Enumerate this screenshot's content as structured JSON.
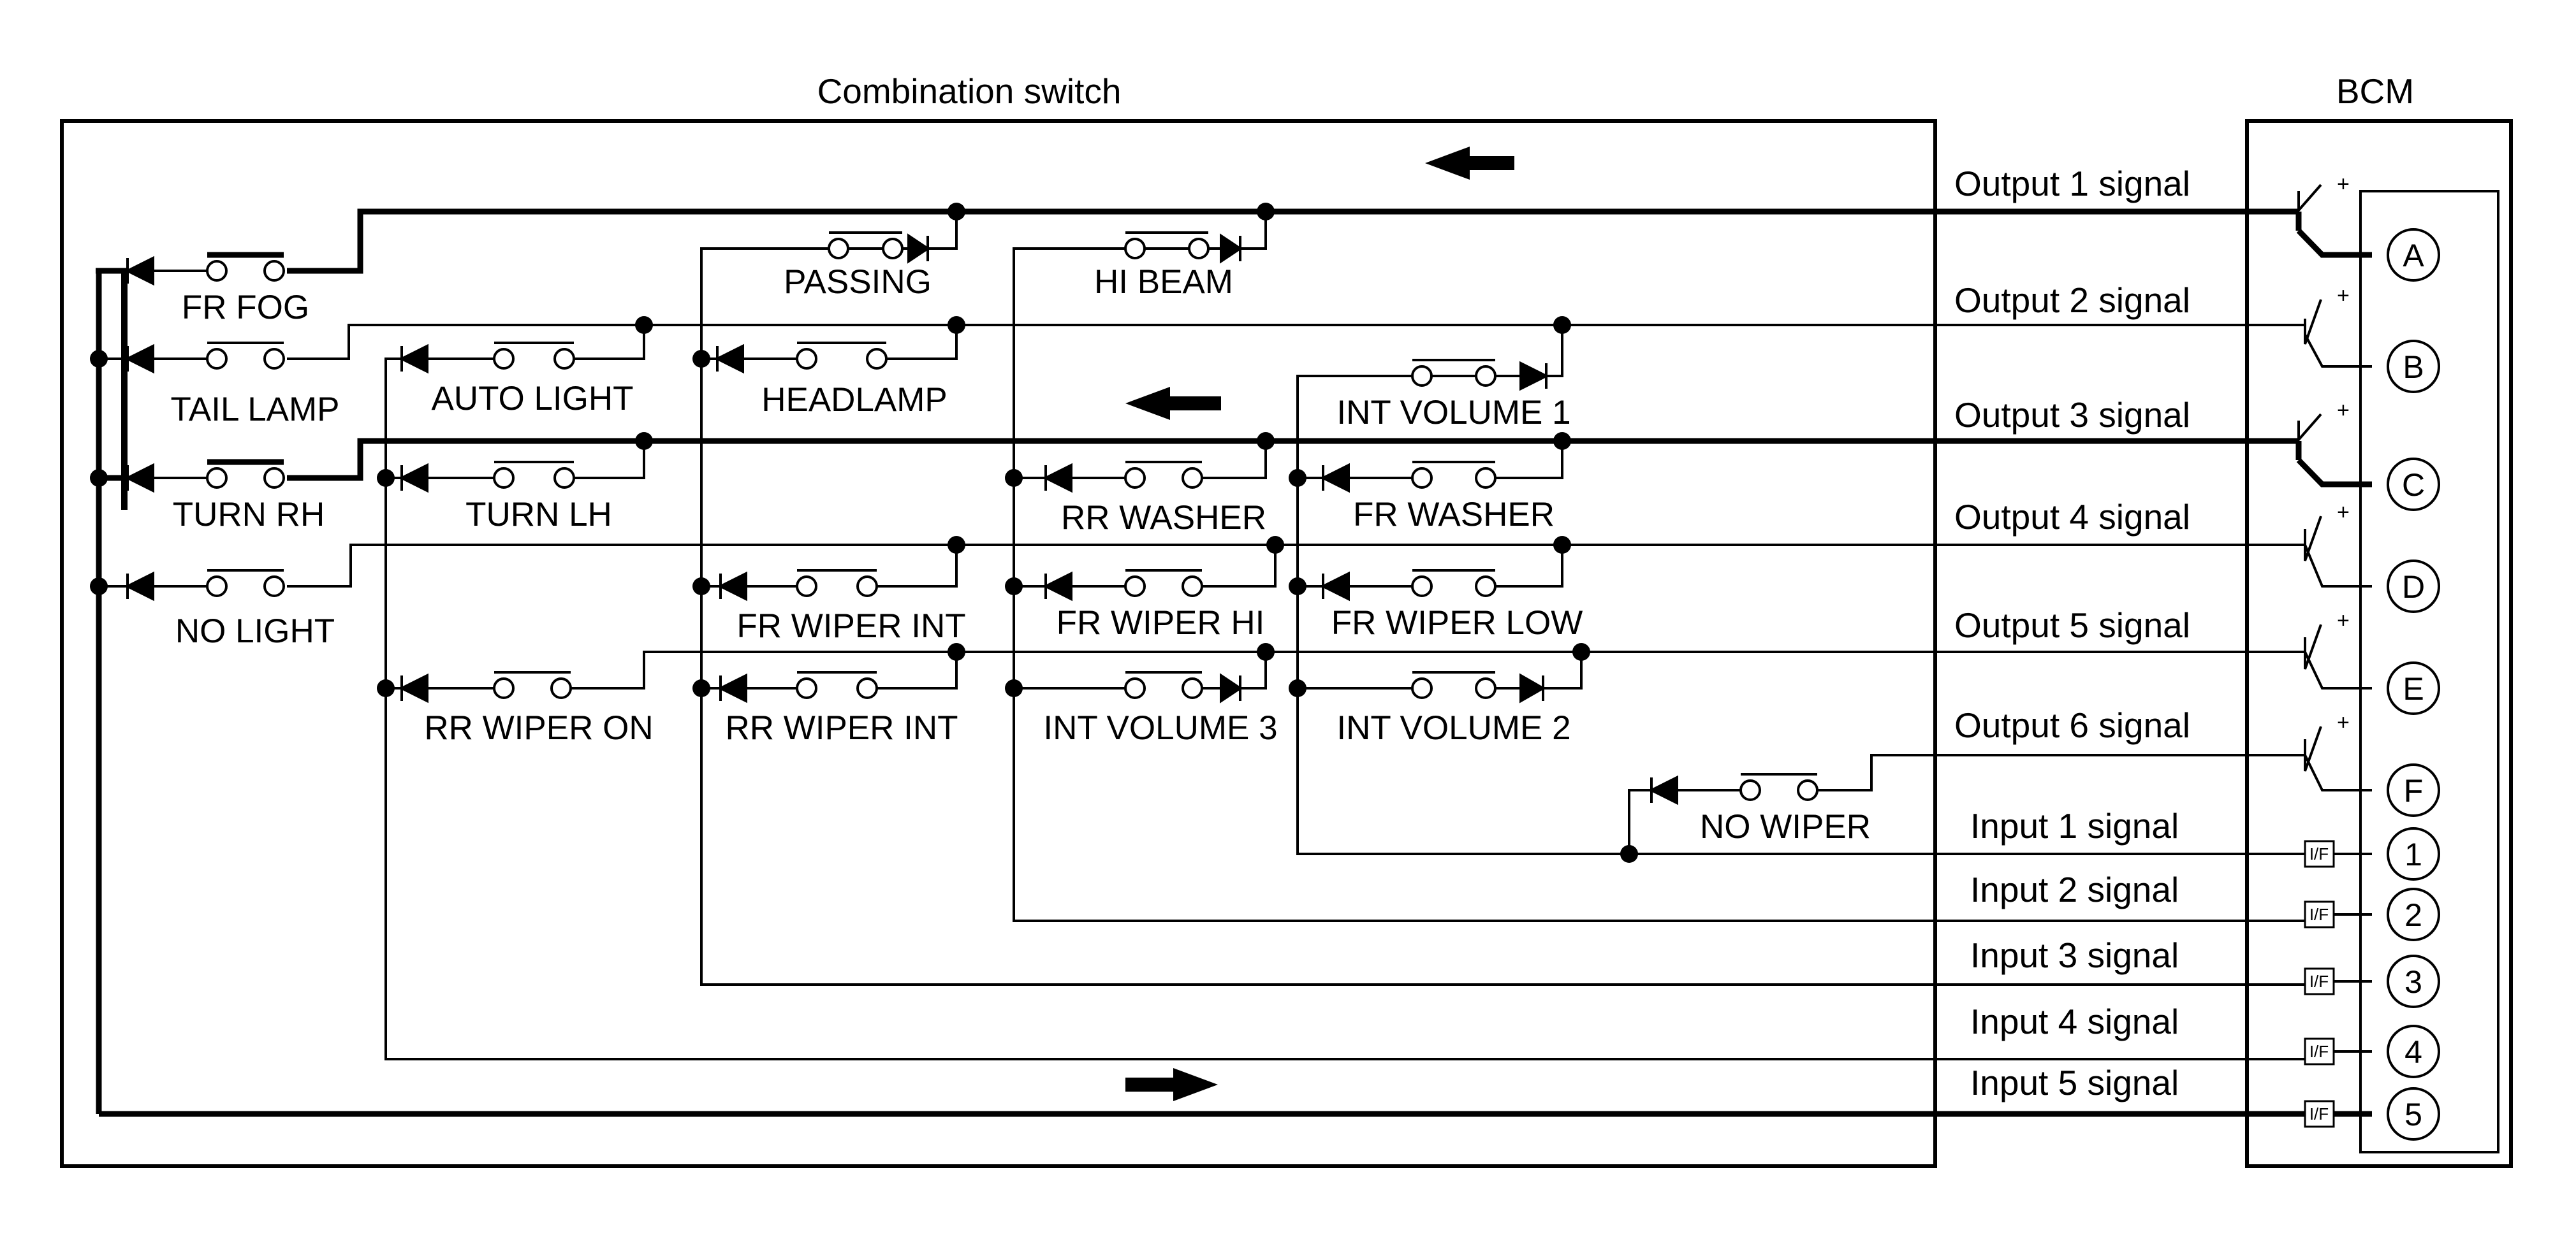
{
  "titles": {
    "combination_switch": "Combination switch",
    "bcm": "BCM"
  },
  "switches": {
    "fr_fog": "FR FOG",
    "tail_lamp": "TAIL LAMP",
    "turn_rh": "TURN RH",
    "no_light": "NO LIGHT",
    "auto_light": "AUTO LIGHT",
    "turn_lh": "TURN LH",
    "rr_wiper_on": "RR WIPER ON",
    "passing": "PASSING",
    "headlamp": "HEADLAMP",
    "fr_wiper_int": "FR WIPER INT",
    "rr_wiper_int": "RR WIPER INT",
    "hi_beam": "HI BEAM",
    "rr_washer": "RR WASHER",
    "fr_wiper_hi": "FR WIPER HI",
    "int_volume_3": "INT VOLUME 3",
    "int_volume_1": "INT VOLUME 1",
    "fr_washer": "FR WASHER",
    "fr_wiper_low": "FR WIPER LOW",
    "int_volume_2": "INT VOLUME 2",
    "no_wiper": "NO WIPER"
  },
  "signals": {
    "output_1": "Output 1 signal",
    "output_2": "Output 2 signal",
    "output_3": "Output 3 signal",
    "output_4": "Output 4 signal",
    "output_5": "Output 5 signal",
    "output_6": "Output 6 signal",
    "input_1": "Input 1 signal",
    "input_2": "Input 2 signal",
    "input_3": "Input 3 signal",
    "input_4": "Input 4 signal",
    "input_5": "Input 5 signal"
  },
  "terminals": {
    "a": "A",
    "b": "B",
    "c": "C",
    "d": "D",
    "e": "E",
    "f": "F",
    "t1": "1",
    "t2": "2",
    "t3": "3",
    "t4": "4",
    "t5": "5"
  },
  "interface_label": "I/F",
  "transistor_plus": "+",
  "colors": {
    "line": "#000000",
    "background": "#ffffff"
  }
}
